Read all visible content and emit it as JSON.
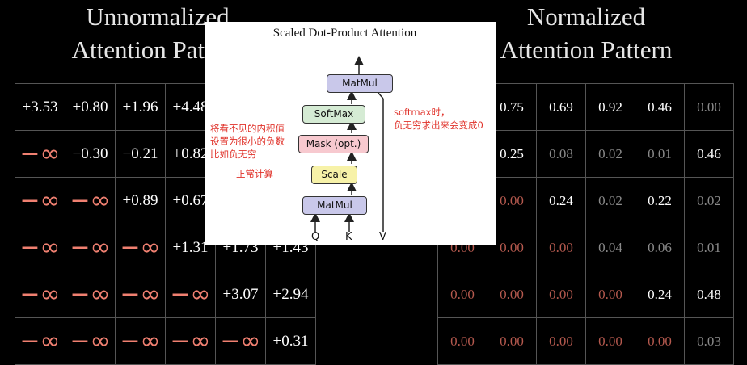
{
  "left_title": [
    "Unnormalized",
    "Attention Pattern"
  ],
  "right_title": [
    "Normalized",
    "Attention Pattern"
  ],
  "left_grid": [
    [
      "+3.53",
      "+0.80",
      "+1.96",
      "+4.48",
      "",
      ""
    ],
    [
      "−∞",
      "−0.30",
      "−0.21",
      "+0.82",
      "",
      ""
    ],
    [
      "−∞",
      "−∞",
      "+0.89",
      "+0.67",
      "",
      ""
    ],
    [
      "−∞",
      "−∞",
      "−∞",
      "+1.31",
      "+1.73",
      "+1.43"
    ],
    [
      "−∞",
      "−∞",
      "−∞",
      "−∞",
      "+3.07",
      "+2.94"
    ],
    [
      "−∞",
      "−∞",
      "−∞",
      "−∞",
      "−∞",
      "+0.31"
    ]
  ],
  "right_grid": [
    [
      "",
      "0.75",
      "0.69",
      "0.92",
      "0.46",
      "0.00"
    ],
    [
      "",
      "0.25",
      "0.08",
      "0.02",
      "0.01",
      "0.46"
    ],
    [
      "",
      "0.00",
      "0.24",
      "0.02",
      "0.22",
      "0.02"
    ],
    [
      "0.00",
      "0.00",
      "0.00",
      "0.04",
      "0.06",
      "0.01"
    ],
    [
      "0.00",
      "0.00",
      "0.00",
      "0.00",
      "0.24",
      "0.48"
    ],
    [
      "0.00",
      "0.00",
      "0.00",
      "0.00",
      "0.00",
      "0.03"
    ]
  ],
  "diagram": {
    "title": "Scaled Dot-Product Attention",
    "boxes": {
      "matmul_top": "MatMul",
      "softmax": "SoftMax",
      "mask": "Mask (opt.)",
      "scale": "Scale",
      "matmul_bottom": "MatMul"
    },
    "inputs": {
      "q": "Q",
      "k": "K",
      "v": "V"
    },
    "note_left_1": "将看不见的内积值",
    "note_left_2": "设置为很小的负数",
    "note_left_3": "比如负无穷",
    "note_left_4": "正常计算",
    "note_right_1": "softmax时，",
    "note_right_2": "负无穷求出来会变成0"
  },
  "colors": {
    "background": "#000000",
    "infinity": "#f08071",
    "zero_prob": "#b5594e",
    "softmax_box": "#d5ebd4",
    "mask_box": "#f7c9cf",
    "scale_box": "#f7f2a8",
    "matmul_box": "#c9c8ea",
    "annotation": "#e0322a"
  }
}
